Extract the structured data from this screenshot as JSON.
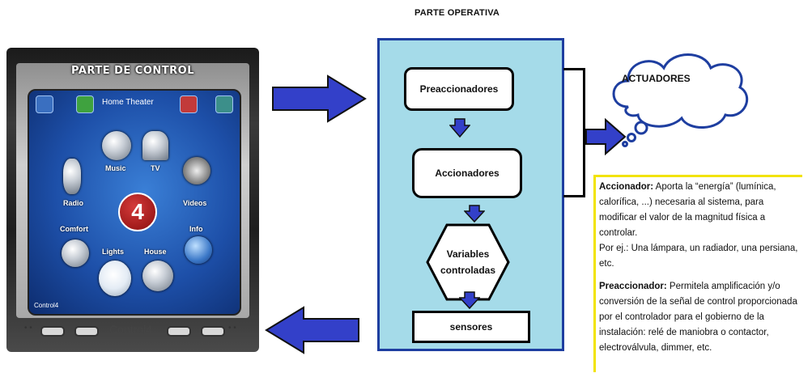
{
  "diagram": {
    "title": "PARTE OPERATIVA",
    "device": {
      "title": "PARTE DE CONTROL",
      "screen_title": "Home Theater",
      "labels": {
        "music": "Music",
        "tv": "TV",
        "radio": "Radio",
        "videos": "Videos",
        "comfort": "Comfort",
        "info": "Info",
        "lights": "Lights",
        "house": "House"
      },
      "logo_number": "4",
      "small_brand": "Control4",
      "bottom_brand": "Control4"
    },
    "nodes": {
      "preaccionadores": "Preaccionadores",
      "accionadores": "Accionadores",
      "variables": "Variables controladas",
      "sensores": "sensores"
    },
    "cloud_label": "ACTUADORES",
    "info": {
      "accionador_term": "Accionador:",
      "accionador_text": " Aporta la “energía” (lumínica, calorífica, ...) necesaria al sistema, para modificar el valor de la magnitud física a controlar.",
      "ejemplo": "Por ej.: Una lámpara, un radiador, una persiana, etc.",
      "preaccionador_term": "Preaccionador:",
      "preaccionador_text": " Permitela amplificación y/o conversión de la señal de control proporcionada por el controlador para el gobierno de la instalación: relé de maniobra o contactor, electroválvula, dimmer, etc."
    },
    "colors": {
      "arrow_blue": "#3340c9",
      "box_fill": "#a5dbe9",
      "highlight_border": "#f2e300"
    }
  }
}
